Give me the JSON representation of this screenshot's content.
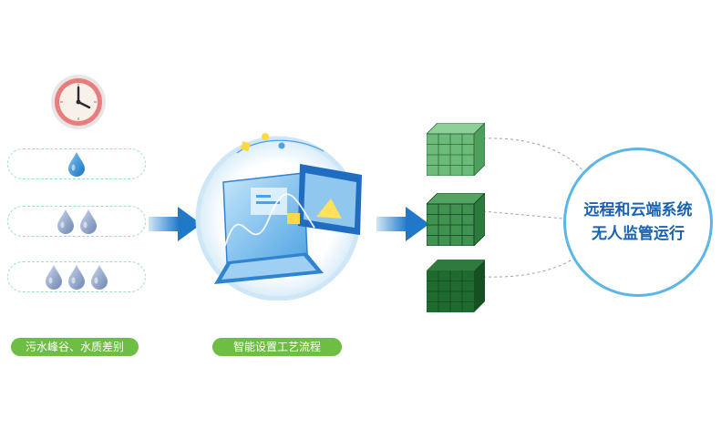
{
  "left": {
    "caption": "污水峰谷、水质差别",
    "icons": {
      "clock": "clock-icon",
      "drop": "water-drop-icon"
    },
    "rows": [
      {
        "drops": 1
      },
      {
        "drops": 2
      },
      {
        "drops": 3
      }
    ]
  },
  "middle": {
    "caption": "智能设置工艺流程",
    "icon": "laptop-dashboard-illustration"
  },
  "right": {
    "cubes": [
      "light-green",
      "green",
      "dark-green"
    ],
    "result_lines": [
      "远程和云端系统",
      "无人监管运行"
    ]
  },
  "colors": {
    "arrow": "#1f78c8",
    "badge": "#6fbe44",
    "result_text": "#1a62b4",
    "circle_border": "#5ab6e6",
    "pill_border": "#9fdcc9"
  }
}
